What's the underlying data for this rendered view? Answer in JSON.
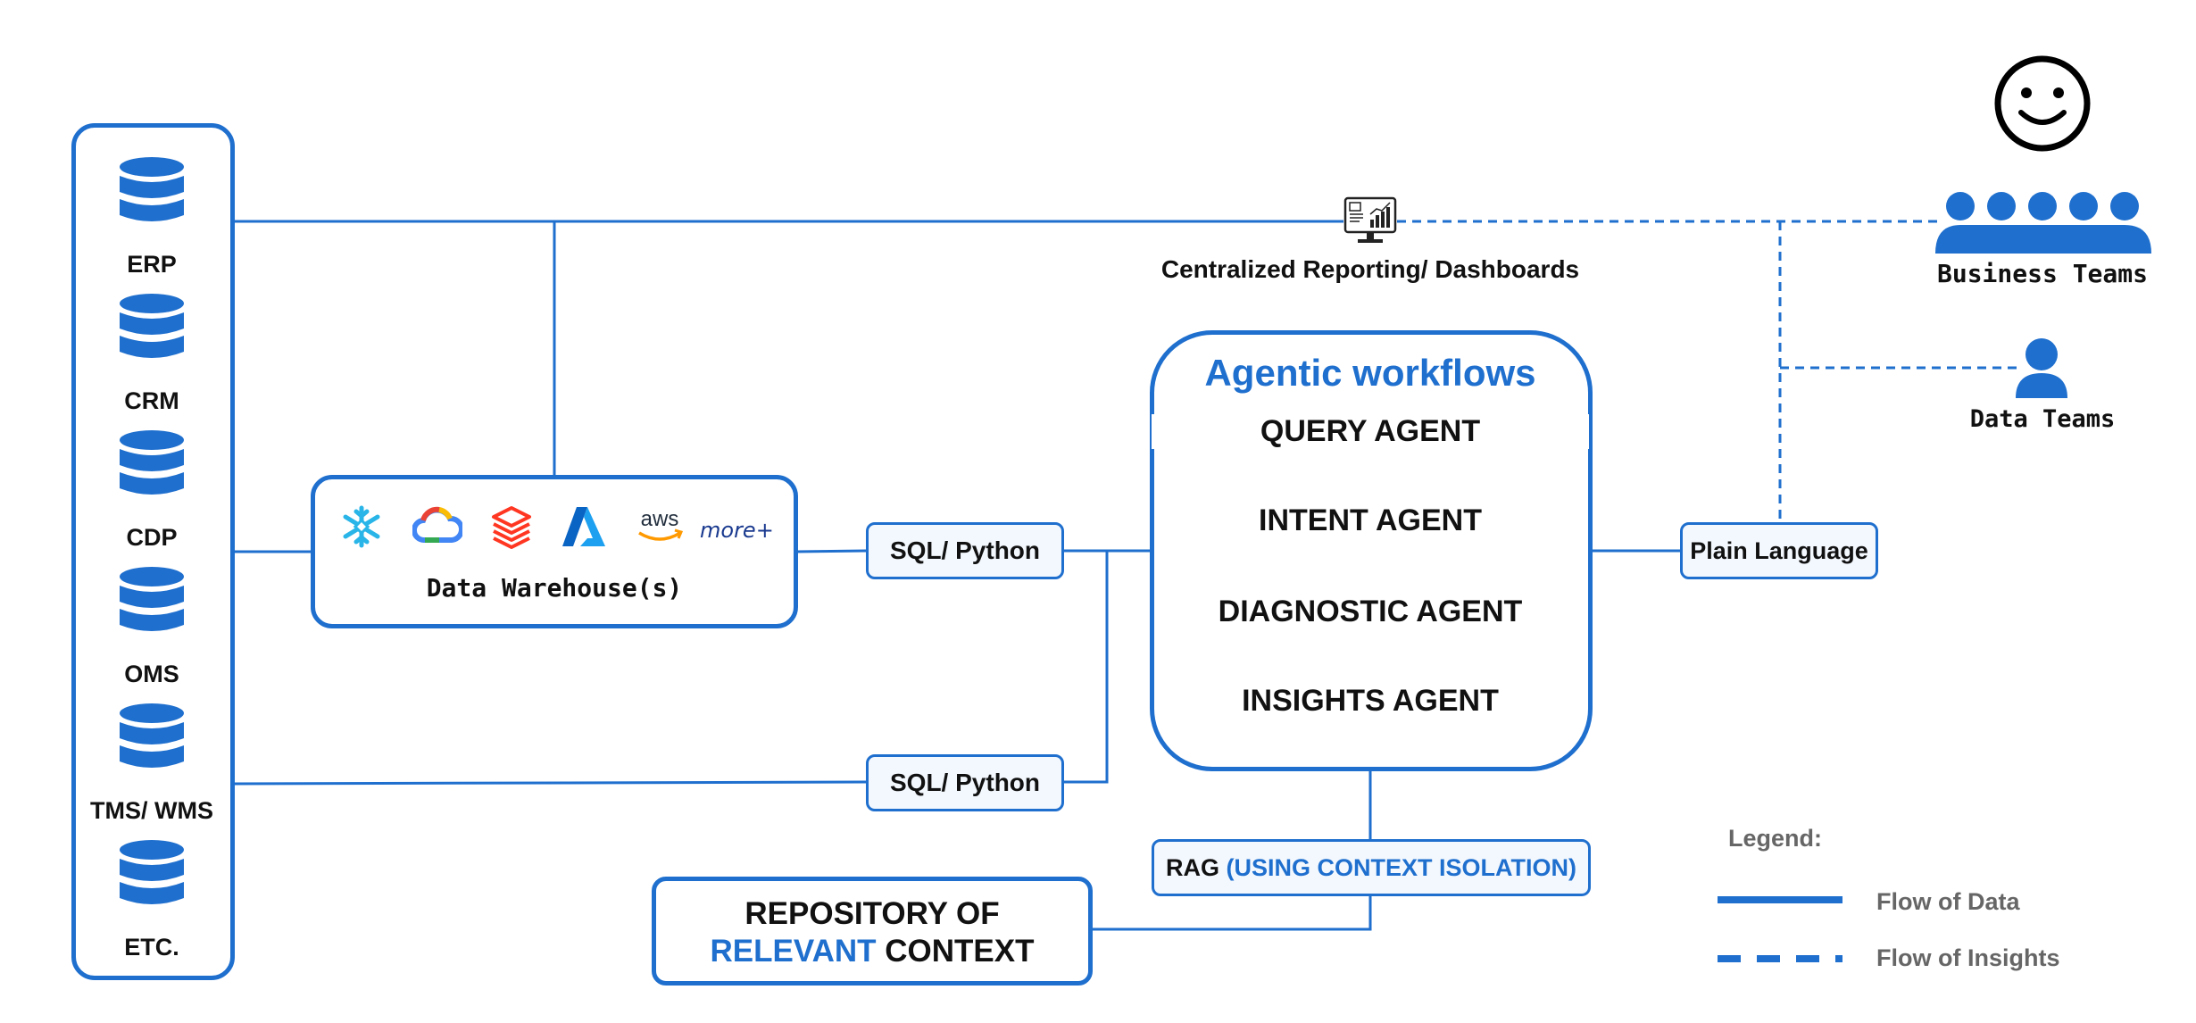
{
  "colors": {
    "accent": "#1f6fce",
    "text": "#111111",
    "legend_text": "#666666"
  },
  "sources": [
    "ERP",
    "CRM",
    "CDP",
    "OMS",
    "TMS/ WMS",
    "ETC."
  ],
  "warehouse": {
    "label": "Data Warehouse(s)",
    "logos": [
      "snowflake-icon",
      "google-cloud-icon",
      "databricks-icon",
      "azure-icon",
      "aws-icon"
    ],
    "more_label": "more+"
  },
  "reporting": {
    "label": "Centralized Reporting/ Dashboards",
    "icon": "dashboard-monitor-icon"
  },
  "sql_python_top": "SQL/ Python",
  "sql_python_bottom": "SQL/ Python",
  "agentic": {
    "title": "Agentic workflows",
    "agents": [
      "QUERY AGENT",
      "INTENT AGENT",
      "DIAGNOSTIC AGENT",
      "INSIGHTS AGENT"
    ]
  },
  "rag": {
    "prefix": "RAG",
    "highlight": "(USING CONTEXT ISOLATION)"
  },
  "repository": {
    "line1": "REPOSITORY OF",
    "line2_highlight": "RELEVANT",
    "line2_rest": "CONTEXT"
  },
  "plain_language": "Plain Language",
  "business_teams": {
    "label": "Business Teams",
    "icons": [
      "smiley-icon",
      "group-icon"
    ]
  },
  "data_teams": {
    "label": "Data Teams",
    "icon": "person-icon"
  },
  "legend": {
    "title": "Legend:",
    "items": [
      {
        "style": "solid",
        "label": "Flow of Data"
      },
      {
        "style": "dashed",
        "label": "Flow of Insights"
      }
    ]
  }
}
